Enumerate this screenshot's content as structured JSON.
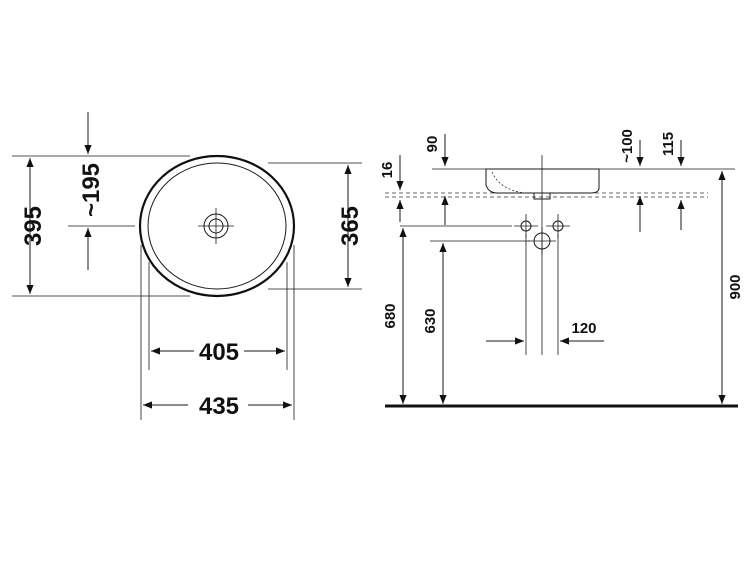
{
  "top_view": {
    "height_outer": "395",
    "depth_drain": "~195",
    "height_inner": "365",
    "width_inner": "405",
    "width_outer": "435"
  },
  "side_view": {
    "rim_to_top": "90",
    "thickness": "16",
    "offset_100": "~100",
    "offset_115": "115",
    "height_900": "900",
    "height_680": "680",
    "height_630": "630",
    "spacing_120": "120"
  }
}
